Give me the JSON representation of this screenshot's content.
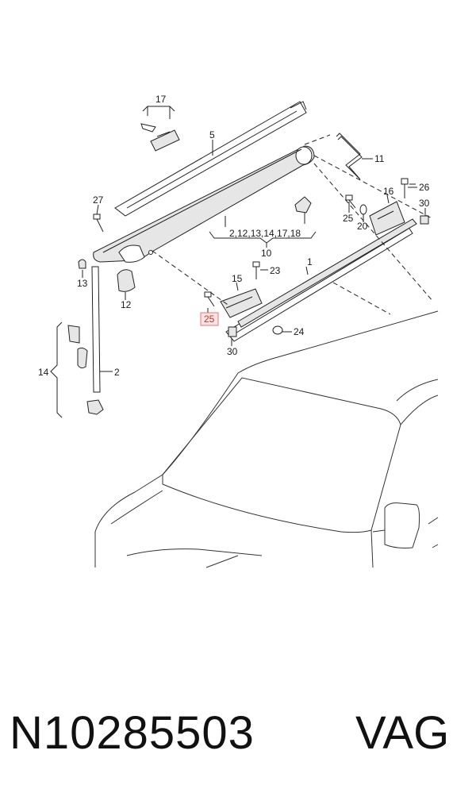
{
  "diagram": {
    "callouts": {
      "c17": "17",
      "c5": "5",
      "c11": "11",
      "c27": "27",
      "c16": "16",
      "c26": "26",
      "c25a": "25",
      "c20": "20",
      "c30a": "30",
      "c10_list": "2,12,13,14,17,18",
      "c10": "10",
      "c13": "13",
      "c12": "12",
      "c1": "1",
      "c15": "15",
      "c23": "23",
      "c25b": "25",
      "c24": "24",
      "c30b": "30",
      "c14": "14",
      "c2": "2"
    },
    "highlighted_callout": "25",
    "highlight_color": "#e07a7a"
  },
  "footer": {
    "part_number": "N10285503",
    "brand": "VAG"
  }
}
